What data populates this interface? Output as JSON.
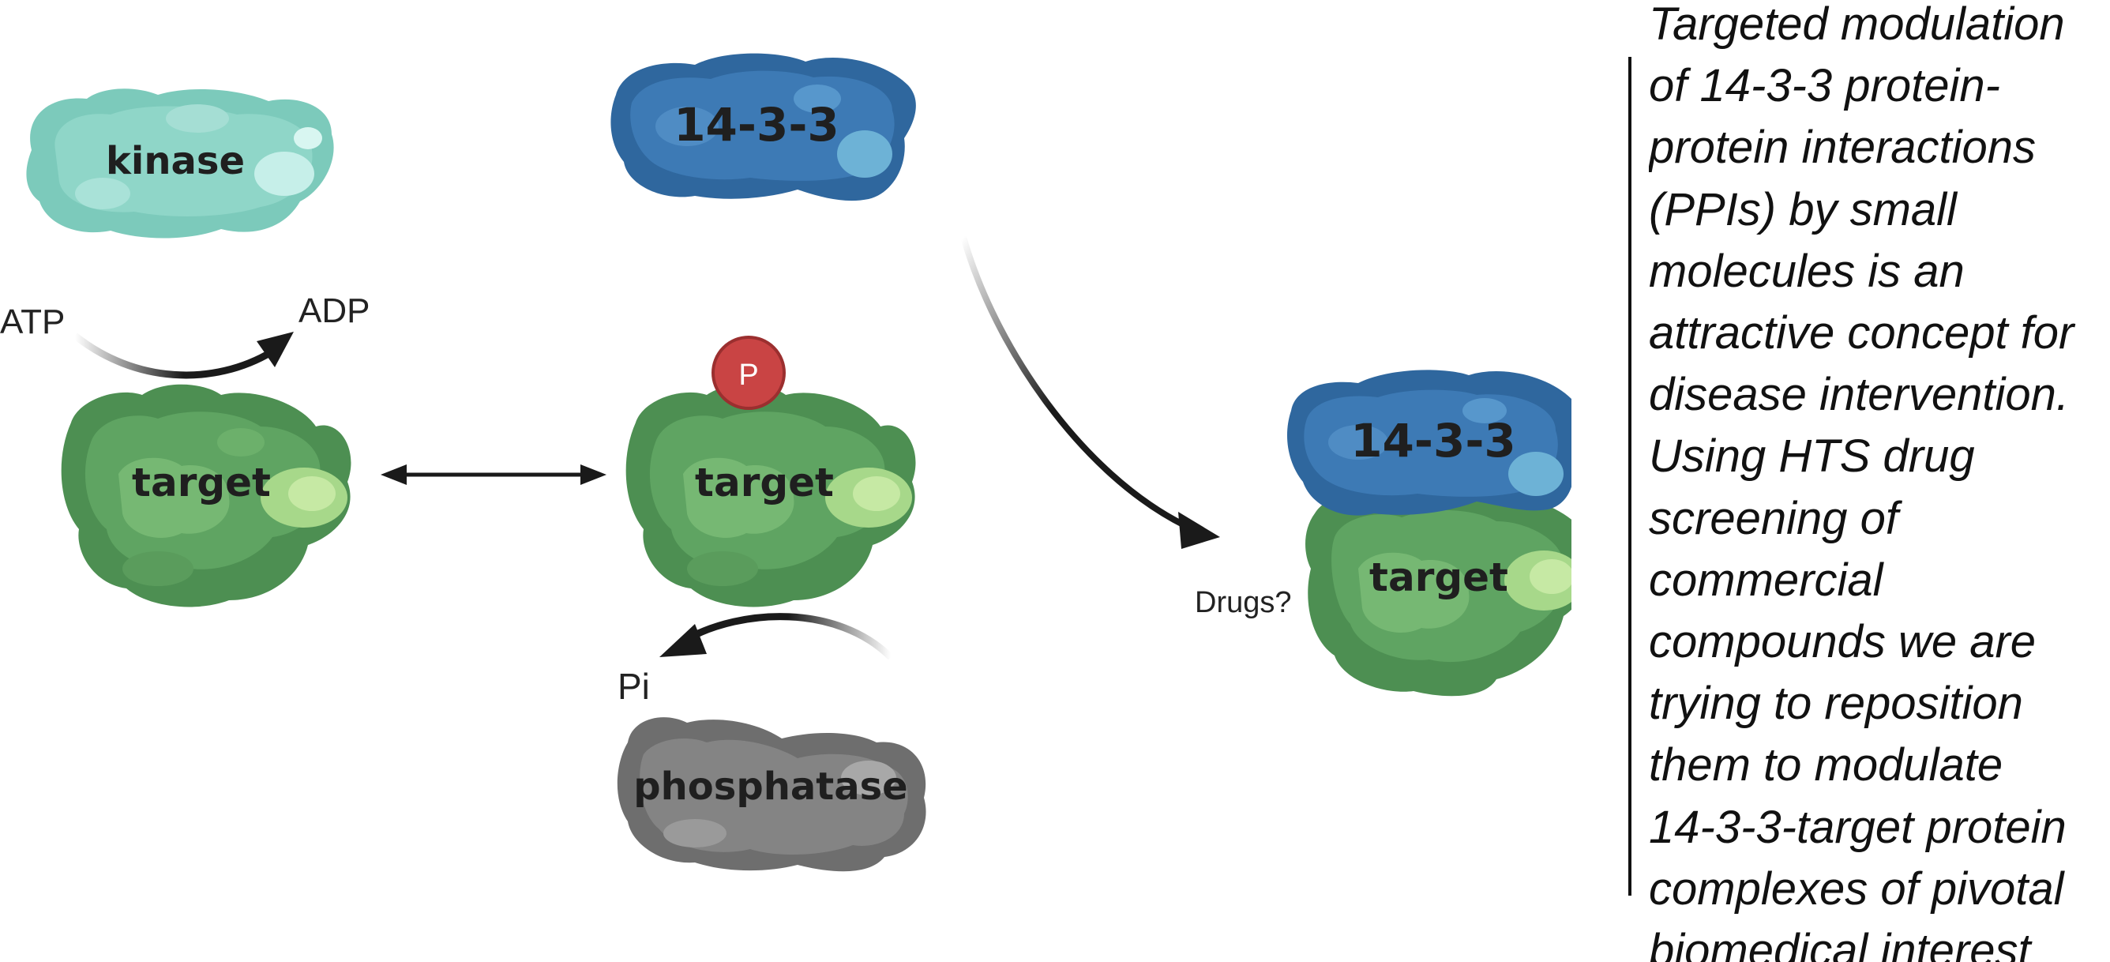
{
  "diagram": {
    "proteins": {
      "kinase": "kinase",
      "adapter_top": "14-3-3",
      "target_left": "target",
      "target_middle": "target",
      "phosphatase": "phosphatase",
      "complex_adapter": "14-3-3",
      "complex_target": "target"
    },
    "labels": {
      "atp": "ATP",
      "adp": "ADP",
      "phospho": "P",
      "pi": "Pi",
      "drugs": "Drugs?"
    },
    "colors": {
      "kinase": "#8fd3c6",
      "adapter": "#3d7ab5",
      "target": "#5fa462",
      "phosphatase": "#7c7c7c",
      "phospho": "#c94444",
      "arrow": "#1a1a1a"
    }
  },
  "caption": {
    "text": "Targeted modulation of 14-3-3 protein-protein interactions (PPIs) by small molecules is an attractive concept for disease intervention. Using HTS drug screening of commercial compounds we are trying to reposition them to modulate 14-3-3-target protein complexes of pivotal biomedical interest"
  }
}
